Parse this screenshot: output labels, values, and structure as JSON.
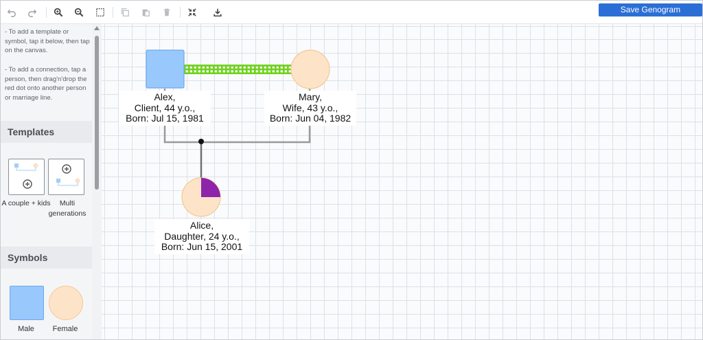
{
  "toolbar": {
    "icons": [
      "undo-icon",
      "redo-icon",
      "zoom-in-icon",
      "zoom-out-icon",
      "select-area-icon",
      "copy-icon",
      "paste-icon",
      "delete-icon",
      "fit-screen-icon",
      "download-icon"
    ],
    "save_label": "Save Genogram",
    "accent": "#2b6fd6"
  },
  "sidebar": {
    "hint_template": "- To add a template or symbol, tap it below, then tap on the canvas.",
    "hint_connection": "- To add a connection, tap a person, then drag'n'drop the red dot onto another person or marriage line.",
    "templates_header": "Templates",
    "templates": [
      {
        "label": "A couple + kids"
      },
      {
        "label": "Multi generations"
      }
    ],
    "symbols_header": "Symbols",
    "symbols": [
      {
        "label": "Male",
        "color": "#99c8fc"
      },
      {
        "label": "Female",
        "color": "#fde4c8"
      }
    ]
  },
  "genogram": {
    "colors": {
      "male_fill": "#99c8fc",
      "male_stroke": "#6aa9ef",
      "female_fill": "#fde4c8",
      "female_stroke": "#f4c896",
      "marriage_line": "#6fd21b",
      "child_line": "#9a9a9a",
      "condition": "#8e24aa"
    },
    "people": [
      {
        "id": "alex",
        "name": "Alex,",
        "role": "Client, 44 y.o.,",
        "born": "Born: Jul 15, 1981"
      },
      {
        "id": "mary",
        "name": "Mary,",
        "role": "Wife, 43 y.o.,",
        "born": "Born: Jun 04, 1982"
      },
      {
        "id": "alice",
        "name": "Alice,",
        "role": "Daughter, 24 y.o.,",
        "born": "Born: Jun 15, 2001"
      }
    ]
  }
}
